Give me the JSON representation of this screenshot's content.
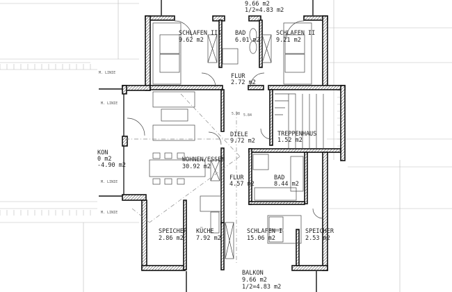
{
  "rooms": {
    "schlafen_iii": {
      "name": "SCHLAFEN III",
      "area": "9.62 m2"
    },
    "bad_top": {
      "name": "BAD",
      "area": "6.01 m2"
    },
    "schlafen_ii": {
      "name": "SCHLAFEN II",
      "area": "9.21 m2"
    },
    "flur_top": {
      "name": "FLUR",
      "area": "2.72 m2"
    },
    "diele": {
      "name": "DIELE",
      "area": "9.72 m2"
    },
    "treppenhaus": {
      "name": "TREPPENHAUS",
      "area": "1.52 m2"
    },
    "wohnen_essen": {
      "name": "WOHNEN/ESSEN",
      "area": "30.92 m2"
    },
    "flur_mid": {
      "name": "FLUR",
      "area": "4.57 m2"
    },
    "bad_mid": {
      "name": "BAD",
      "area": "8.44 m2"
    },
    "speicher_left": {
      "name": "SPEICHER",
      "area": "2.86 m2"
    },
    "kueche": {
      "name": "KÜCHE",
      "area": "7.92 m2"
    },
    "schlafen_i": {
      "name": "SCHLAFEN I",
      "area": "15.06 m2"
    },
    "speicher_right": {
      "name": "SPEICHER",
      "area": "2.53 m2"
    },
    "balkon_top": {
      "area": "9.66 m2",
      "half": "1/2=4.83 m2"
    },
    "balkon_bottom": {
      "name": "BALKON",
      "area": "9.66 m2",
      "half": "1/2=4.83 m2"
    },
    "balkon_left": {
      "name": "KON",
      "area": "0 m2",
      "half": "-4.90 m2"
    }
  },
  "levels": {
    "left": "5.98",
    "right": "5.84"
  },
  "line_label": "M. LINIE"
}
